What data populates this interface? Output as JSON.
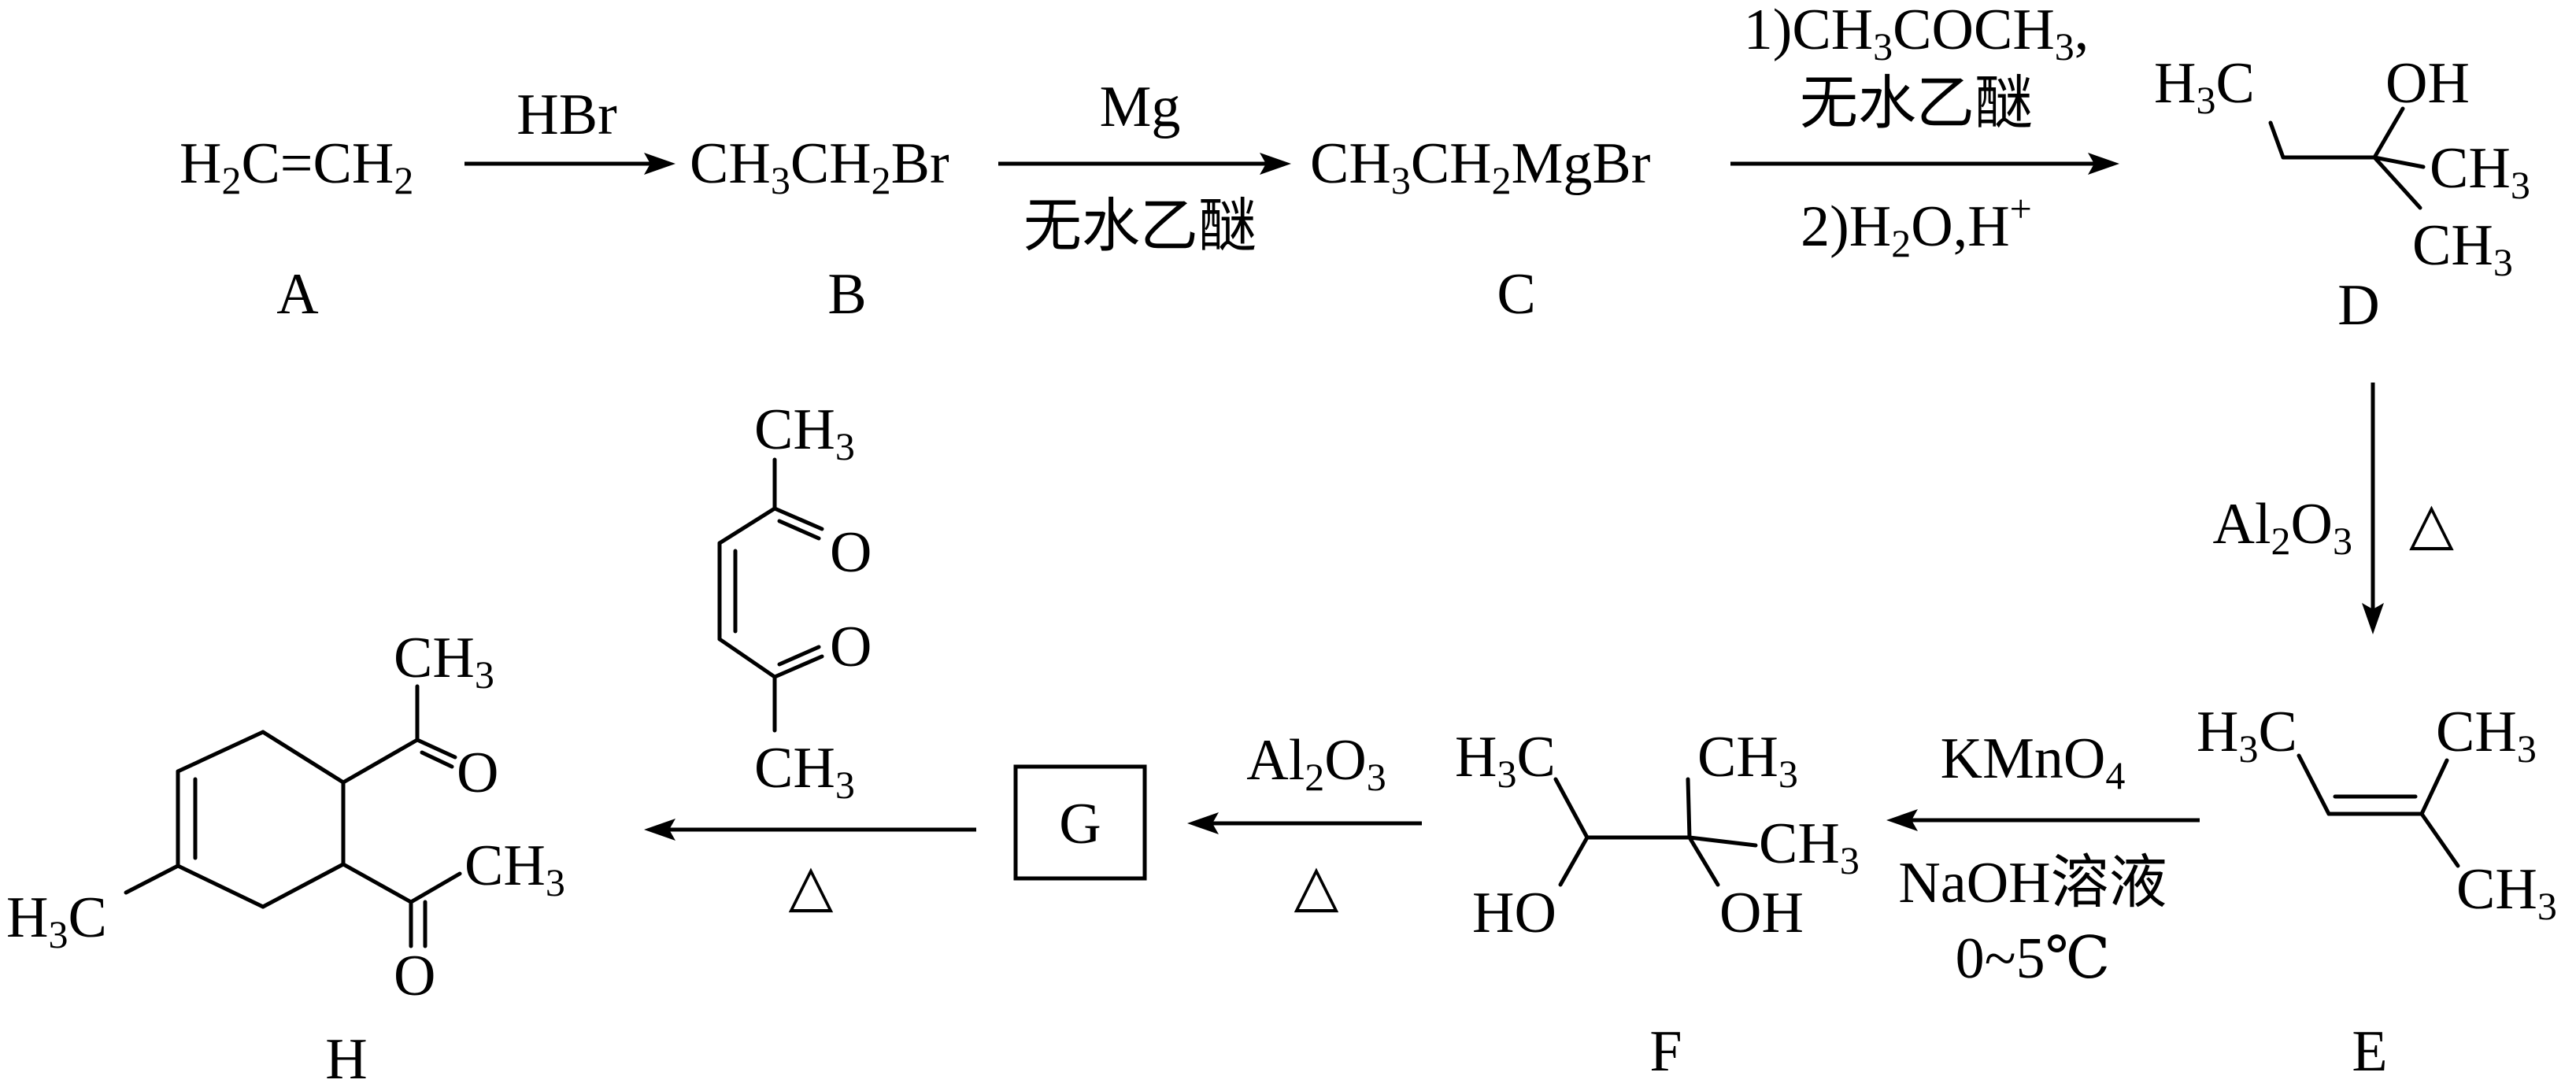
{
  "compounds": {
    "A": {
      "label": "A",
      "formula": [
        [
          "t",
          "H"
        ],
        [
          "b",
          "2"
        ],
        [
          "t",
          "C=CH"
        ],
        [
          "b",
          "2"
        ]
      ]
    },
    "B": {
      "label": "B",
      "formula": [
        [
          "t",
          "CH"
        ],
        [
          "b",
          "3"
        ],
        [
          "t",
          "CH"
        ],
        [
          "b",
          "2"
        ],
        [
          "t",
          "Br"
        ]
      ]
    },
    "C": {
      "label": "C",
      "formula": [
        [
          "t",
          "CH"
        ],
        [
          "b",
          "3"
        ],
        [
          "t",
          "CH"
        ],
        [
          "b",
          "2"
        ],
        [
          "t",
          "MgBr"
        ]
      ]
    },
    "D": {
      "label": "D",
      "atom_h3c": [
        [
          "t",
          "H"
        ],
        [
          "b",
          "3"
        ],
        [
          "t",
          "C"
        ]
      ],
      "atom_oh": "OH",
      "atom_ch3_a": [
        [
          "t",
          "CH"
        ],
        [
          "b",
          "3"
        ]
      ],
      "atom_ch3_b": [
        [
          "t",
          "CH"
        ],
        [
          "b",
          "3"
        ]
      ]
    },
    "E": {
      "label": "E",
      "atom_h3c": [
        [
          "t",
          "H"
        ],
        [
          "b",
          "3"
        ],
        [
          "t",
          "C"
        ]
      ],
      "atom_ch3_a": [
        [
          "t",
          "CH"
        ],
        [
          "b",
          "3"
        ]
      ],
      "atom_ch3_b": [
        [
          "t",
          "CH"
        ],
        [
          "b",
          "3"
        ]
      ]
    },
    "F": {
      "label": "F",
      "atom_h3c": [
        [
          "t",
          "H"
        ],
        [
          "b",
          "3"
        ],
        [
          "t",
          "C"
        ]
      ],
      "atom_ch3_a": [
        [
          "t",
          "CH"
        ],
        [
          "b",
          "3"
        ]
      ],
      "atom_ch3_b": [
        [
          "t",
          "CH"
        ],
        [
          "b",
          "3"
        ]
      ],
      "atom_ho": "HO",
      "atom_oh": "OH"
    },
    "G": {
      "label": "G"
    },
    "H": {
      "label": "H",
      "atom_ch3_a": [
        [
          "t",
          "CH"
        ],
        [
          "b",
          "3"
        ]
      ],
      "atom_o_a": "O",
      "atom_ch3_b": [
        [
          "t",
          "CH"
        ],
        [
          "b",
          "3"
        ]
      ],
      "atom_o_b": "O",
      "atom_h3c": [
        [
          "t",
          "H"
        ],
        [
          "b",
          "3"
        ],
        [
          "t",
          "C"
        ]
      ]
    },
    "dienophile": {
      "atom_ch3_top": [
        [
          "t",
          "CH"
        ],
        [
          "b",
          "3"
        ]
      ],
      "atom_o_top": "O",
      "atom_o_bottom": "O",
      "atom_ch3_bottom": [
        [
          "t",
          "CH"
        ],
        [
          "b",
          "3"
        ]
      ]
    }
  },
  "arrows": {
    "a_to_b": {
      "above": [
        [
          "t",
          "HBr"
        ]
      ],
      "below": []
    },
    "b_to_c": {
      "above": [
        [
          "t",
          "Mg"
        ]
      ],
      "below": [
        [
          "t",
          "无水乙醚"
        ]
      ]
    },
    "c_to_d": {
      "above_1": [
        [
          "t",
          "1)CH"
        ],
        [
          "b",
          "3"
        ],
        [
          "t",
          "COCH"
        ],
        [
          "b",
          "3"
        ],
        [
          "t",
          ","
        ]
      ],
      "above_2": [
        [
          "t",
          "无水乙醚"
        ]
      ],
      "below": [
        [
          "t",
          "2)H"
        ],
        [
          "b",
          "2"
        ],
        [
          "t",
          "O,H"
        ],
        [
          "p",
          "+"
        ]
      ]
    },
    "d_to_e": {
      "left": [
        [
          "t",
          "Al"
        ],
        [
          "b",
          "2"
        ],
        [
          "t",
          "O"
        ],
        [
          "b",
          "3"
        ]
      ],
      "right": [
        [
          "t",
          "△"
        ]
      ]
    },
    "e_to_f": {
      "above": [
        [
          "t",
          "KMnO"
        ],
        [
          "b",
          "4"
        ]
      ],
      "below_1": [
        [
          "t",
          "NaOH溶液"
        ]
      ],
      "below_2": [
        [
          "t",
          "0~5℃"
        ]
      ]
    },
    "f_to_g": {
      "above": [
        [
          "t",
          "Al"
        ],
        [
          "b",
          "2"
        ],
        [
          "t",
          "O"
        ],
        [
          "b",
          "3"
        ]
      ],
      "below": [
        [
          "t",
          "△"
        ]
      ]
    },
    "g_to_h": {
      "below": [
        [
          "t",
          "△"
        ]
      ]
    }
  }
}
